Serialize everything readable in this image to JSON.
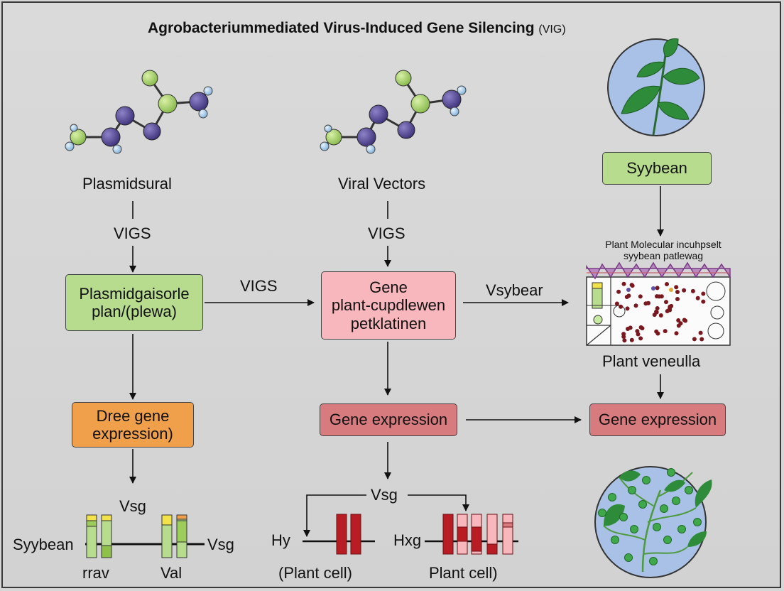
{
  "title": "Agrobacteriummediated Virus-Induced Gene Silencing",
  "title_suffix": "(VIG)",
  "left": {
    "label_top": "Plasmidsural",
    "vigs": "VIGS",
    "box1_line1": "Plasmidgaisorle",
    "box1_line2": "plan/(plewa)",
    "box2_line1": "Dree gene",
    "box2_line2": "expression)",
    "vsg": "Vsg",
    "syybean": "Syybean",
    "vsg_right": "Vsg",
    "rrav": "rrav",
    "val": "Val"
  },
  "middle": {
    "label_top": "Viral Vectors",
    "vigs": "VIGS",
    "vigs_side": "VIGS",
    "box1_line1": "Gene",
    "box1_line2": "plant-cupdlewen",
    "box1_line3": "petklatinen",
    "box2": "Gene expression",
    "vsg": "Vsg",
    "hy": "Hy",
    "hxg": "Hxg",
    "plant_cell_left": "(Plant cell)",
    "plant_cell_right": "Plant cell)"
  },
  "right": {
    "syybean": "Syybean",
    "caption_line1": "Plant Molecular incuhpselt",
    "caption_line2": "syybean patlewag",
    "vsybear": "Vsybear",
    "plant_veneulla": "Plant veneulla",
    "box_expr": "Gene expression"
  },
  "colors": {
    "green_box": "#b7dc8e",
    "orange_box": "#f0a04b",
    "pink_box": "#f7b7bd",
    "rose_box": "#d77b7f",
    "atom_purple": "#4b3f8c",
    "atom_green": "#9ccc5a",
    "atom_blue": "#9fc6e8",
    "circle_bg": "#a9c1e6",
    "leaf": "#2e8b3a",
    "bar_red": "#b81d24"
  },
  "icons": [
    "molecule-icon",
    "plant-sprig-icon",
    "cell-grid-icon",
    "plant-berry-icon"
  ]
}
